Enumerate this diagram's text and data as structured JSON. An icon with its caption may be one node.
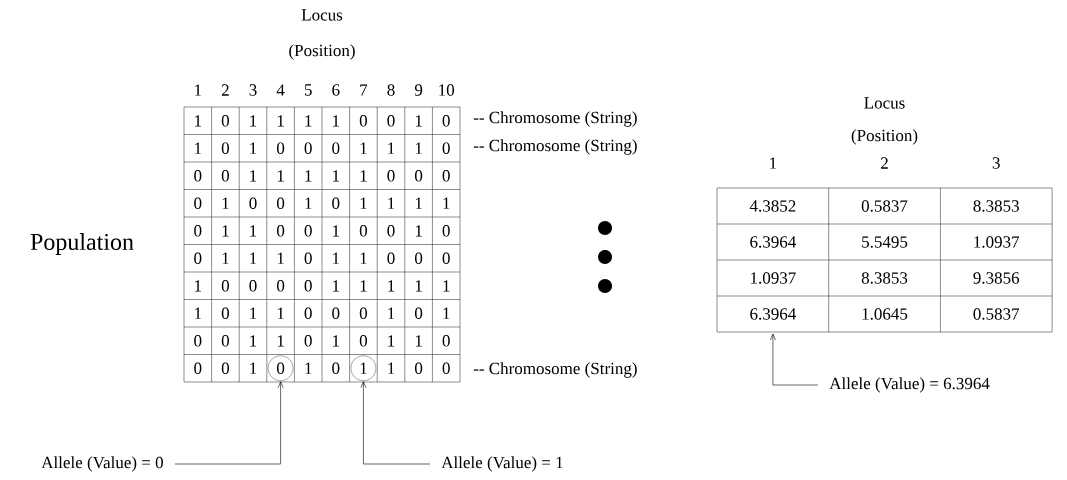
{
  "diagram": {
    "nodes": [
      {
        "text": [],
        "shape": "circle"
      },
      {
        "text": [],
        "shape": "circle"
      },
      {
        "text": [
          "Allele (Value) = 0"
        ]
      },
      {
        "text": [
          "Allele (Value) = 1"
        ]
      },
      {
        "text": [
          "Allele (Value) = 6.3964"
        ]
      },
      {
        "text": [
          "6.3964"
        ]
      }
    ],
    "edges": [
      {
        "from": 2,
        "to": 0,
        "arrow": "to"
      },
      {
        "from": 3,
        "to": 1,
        "arrow": "to"
      },
      {
        "from": 4,
        "to": 5,
        "arrow": "to"
      }
    ],
    "labels": [
      "Locus",
      "(Position)",
      "1",
      "2",
      "3",
      "4",
      "5",
      "6",
      "7",
      "8",
      "9",
      "10",
      "1",
      "0",
      "1",
      "1",
      "1",
      "1",
      "0",
      "0",
      "1",
      "0",
      "1",
      "0",
      "1",
      "0",
      "0",
      "0",
      "1",
      "1",
      "1",
      "0",
      "0",
      "0",
      "1",
      "1",
      "1",
      "1",
      "1",
      "0",
      "0",
      "0",
      "0",
      "1",
      "0",
      "0",
      "1",
      "0",
      "1",
      "1",
      "1",
      "1",
      "0",
      "1",
      "1",
      "0",
      "0",
      "1",
      "0",
      "0",
      "1",
      "0",
      "0",
      "1",
      "1",
      "1",
      "0",
      "1",
      "1",
      "0",
      "0",
      "0",
      "1",
      "0",
      "0",
      "0",
      "0",
      "1",
      "1",
      "1",
      "1",
      "1",
      "1",
      "0",
      "1",
      "1",
      "0",
      "0",
      "0",
      "1",
      "0",
      "1",
      "0",
      "0",
      "1",
      "1",
      "0",
      "1",
      "0",
      "1",
      "1",
      "0",
      "0",
      "0",
      "1",
      "0",
      "1",
      "0",
      "1",
      "1",
      "0",
      "0",
      "-- Chromosome (String)",
      "-- Chromosome (String)",
      "-- Chromosome (String)",
      "Population",
      "Locus",
      "(Position)",
      "1",
      "2",
      "3",
      "4.3852",
      "0.5837",
      "8.3853",
      "6.3964",
      "5.5495",
      "1.0937",
      "1.0937",
      "8.3853",
      "9.3856",
      "1.0645",
      "0.5837"
    ]
  }
}
